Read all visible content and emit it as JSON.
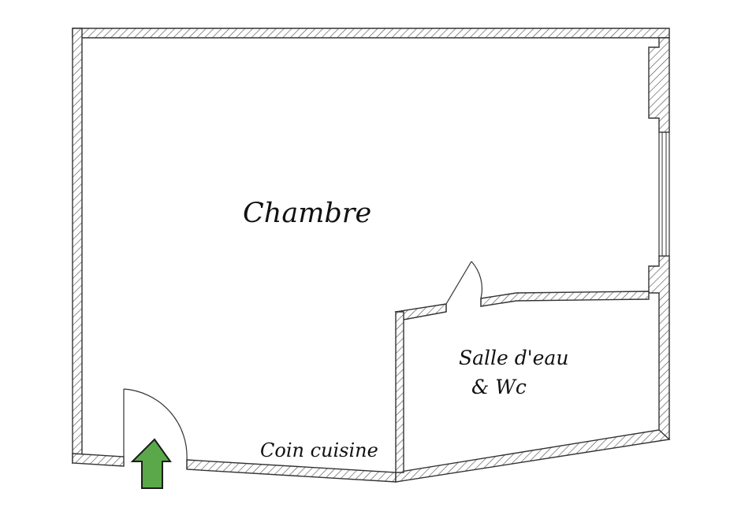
{
  "plan": {
    "rooms": {
      "chambre": "Chambre",
      "salle_line1": "Salle d'eau",
      "salle_line2": "& Wc",
      "coin_cuisine": "Coin cuisine"
    },
    "colors": {
      "wall_stroke": "#333333",
      "hatch": "#555555",
      "entrance_arrow_fill": "#5aa84a",
      "entrance_arrow_stroke": "#1c1c1c"
    }
  }
}
